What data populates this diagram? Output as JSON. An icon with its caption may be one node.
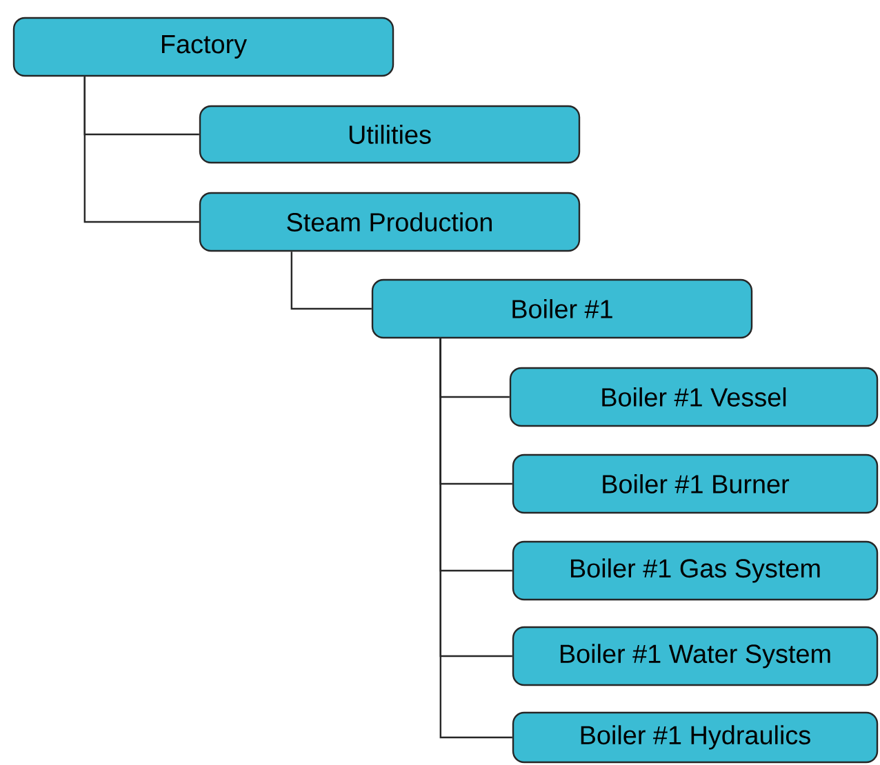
{
  "diagram": {
    "nodes": [
      {
        "text": [
          "Factory"
        ]
      },
      {
        "text": [
          "Utilities"
        ]
      },
      {
        "text": [
          "Steam Production"
        ]
      },
      {
        "text": [
          "Boiler #1"
        ]
      },
      {
        "text": [
          "Boiler #1 Vessel"
        ]
      },
      {
        "text": [
          "Boiler #1 Burner"
        ]
      },
      {
        "text": [
          "Boiler #1 Gas System"
        ]
      },
      {
        "text": [
          "Boiler #1 Water System"
        ]
      },
      {
        "text": [
          "Boiler #1 Hydraulics"
        ]
      }
    ],
    "edges": [
      {
        "from": 0,
        "to": 1,
        "arrow": "none"
      },
      {
        "from": 0,
        "to": 2,
        "arrow": "none"
      },
      {
        "from": 2,
        "to": 3,
        "arrow": "none"
      },
      {
        "from": 3,
        "to": 4,
        "arrow": "none"
      },
      {
        "from": 3,
        "to": 5,
        "arrow": "none"
      },
      {
        "from": 3,
        "to": 6,
        "arrow": "none"
      },
      {
        "from": 3,
        "to": 7,
        "arrow": "none"
      },
      {
        "from": 3,
        "to": 8,
        "arrow": "none"
      }
    ]
  }
}
